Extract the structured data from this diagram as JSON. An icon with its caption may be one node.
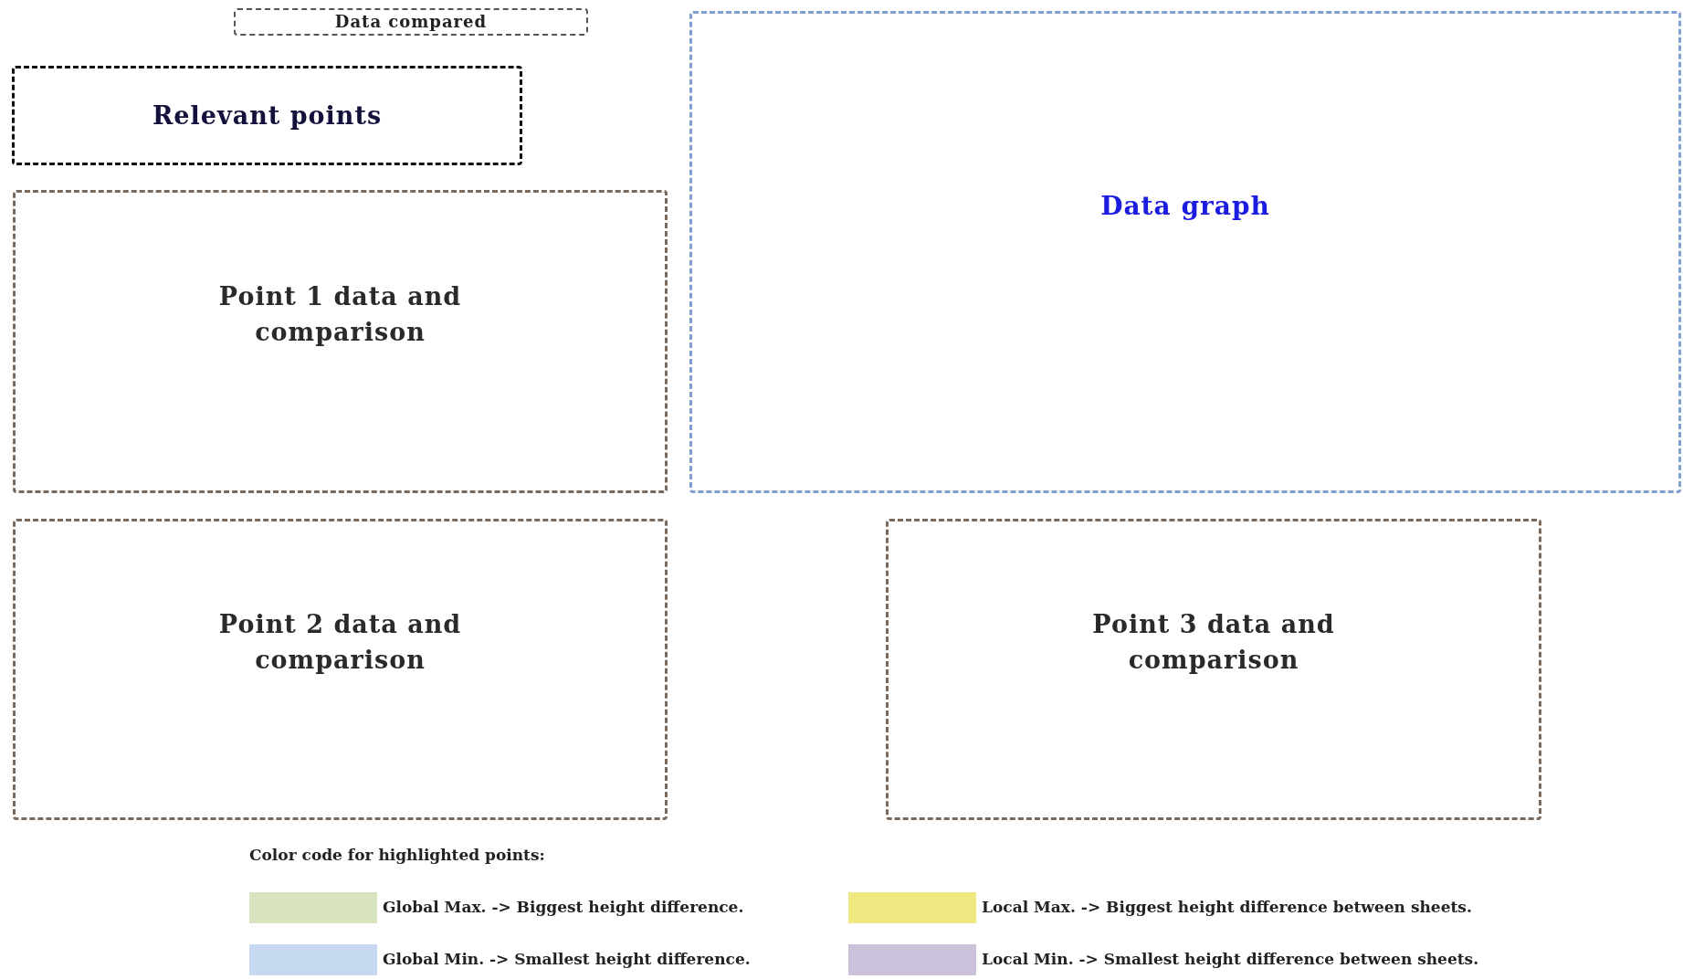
{
  "diagram": {
    "nodes": [
      {
        "text": [
          "Data compared"
        ]
      },
      {
        "text": [
          "Relevant points"
        ]
      },
      {
        "text": [
          "Point 1 data and comparison"
        ]
      },
      {
        "text": [
          "Data graph"
        ]
      },
      {
        "text": [
          "Point 2 data and comparison"
        ]
      },
      {
        "text": [
          "Point 3 data and comparison"
        ]
      }
    ],
    "labels": [
      "Color code for highlighted points:"
    ],
    "legend": [
      {
        "text": "Global Max. -> Biggest height difference.",
        "color": "#d7e4bd"
      },
      {
        "text": "Local Max. -> Biggest height difference between sheets.",
        "color": "#ede87f"
      },
      {
        "text": "Global Min. -> Smallest height difference.",
        "color": "#c6d9f1"
      },
      {
        "text": "Local Min. -> Smallest height difference between sheets.",
        "color": "#ccc1da"
      }
    ]
  }
}
